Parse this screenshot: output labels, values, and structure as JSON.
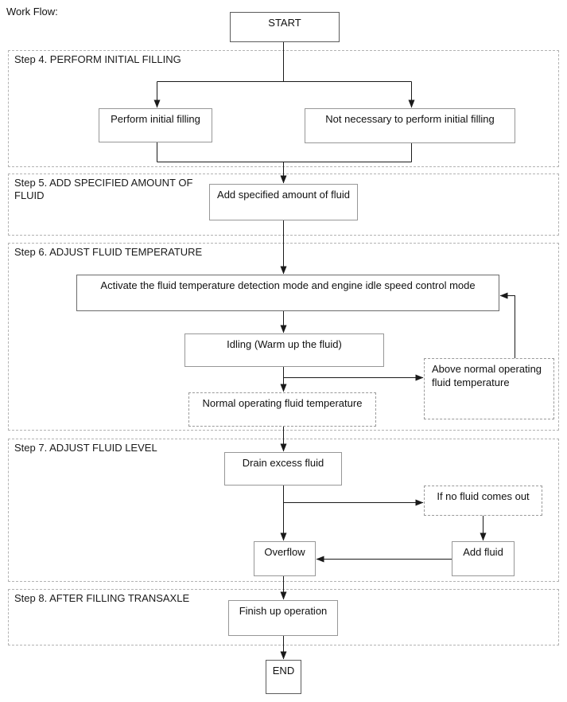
{
  "page": {
    "heading": "Work Flow:"
  },
  "sections": [
    {
      "label": "Step 4. PERFORM INITIAL FILLING"
    },
    {
      "label": "Step 5. ADD SPECIFIED AMOUNT OF FLUID"
    },
    {
      "label": "Step 6. ADJUST FLUID TEMPERATURE"
    },
    {
      "label": "Step 7. ADJUST FLUID LEVEL"
    },
    {
      "label": "Step 8. AFTER FILLING TRANSAXLE"
    }
  ],
  "nodes": {
    "start": {
      "label": "START",
      "type": "terminal"
    },
    "perform_initial_filling": {
      "label": "Perform initial filling",
      "type": "process"
    },
    "not_necessary_initial_filling": {
      "label": "Not necessary to perform initial filling",
      "type": "process"
    },
    "add_specified_amount": {
      "label": "Add specified amount of fluid",
      "type": "process"
    },
    "activate_detection_mode": {
      "label": "Activate the fluid temperature detection mode and engine idle speed control mode",
      "type": "process"
    },
    "idling": {
      "label": "Idling (Warm up the fluid)",
      "type": "process"
    },
    "normal_operating_temp": {
      "label": "Normal operating fluid temperature",
      "type": "condition"
    },
    "above_normal_temp": {
      "label": "Above normal operating fluid temperature",
      "type": "condition"
    },
    "drain_excess_fluid": {
      "label": "Drain excess fluid",
      "type": "process"
    },
    "if_no_fluid_comes_out": {
      "label": "If no fluid comes out",
      "type": "condition"
    },
    "overflow": {
      "label": "Overflow",
      "type": "process"
    },
    "add_fluid": {
      "label": "Add fluid",
      "type": "process"
    },
    "finish_up_operation": {
      "label": "Finish up operation",
      "type": "process"
    },
    "end": {
      "label": "END",
      "type": "terminal"
    }
  },
  "colors": {
    "line": "#1a1a1a",
    "section_border": "#b3b3b3",
    "box_border": "#979797"
  }
}
